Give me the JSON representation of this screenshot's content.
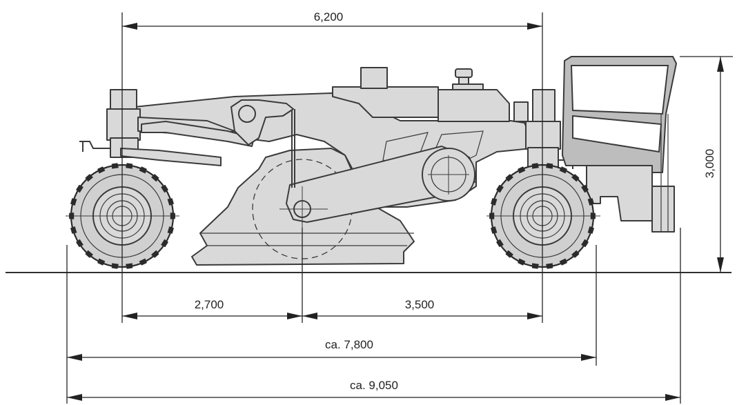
{
  "dimensions": {
    "wheelbase": "6,200",
    "height": "3,000",
    "front_to_rotor": "2,700",
    "rotor_to_rear": "3,500",
    "length_wheels": "ca. 7,800",
    "length_overall": "ca. 9,050"
  }
}
